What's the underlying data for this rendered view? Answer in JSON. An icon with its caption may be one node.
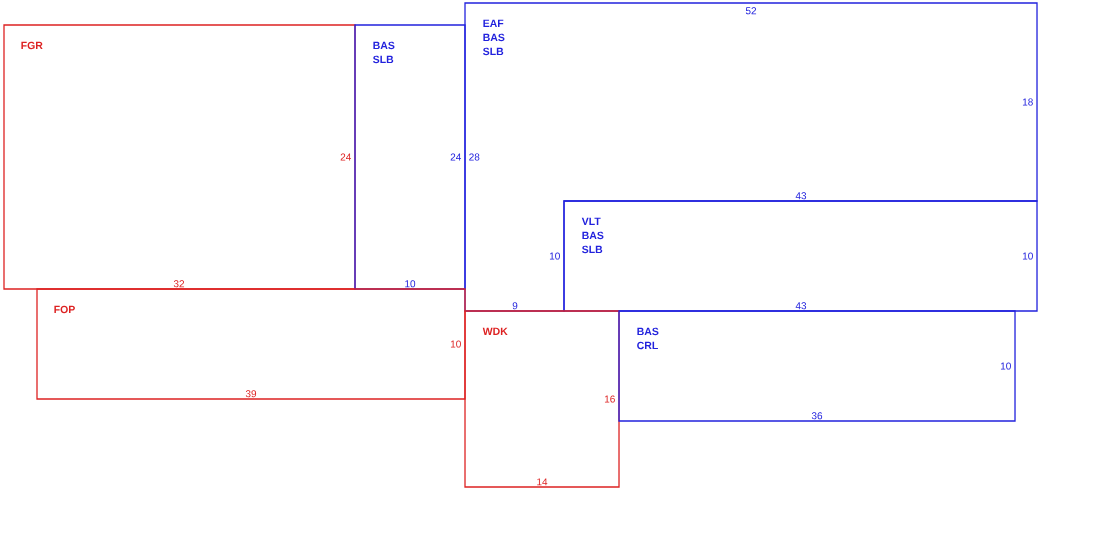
{
  "diagram": {
    "nodes": [
      {
        "text": [
          "FGR",
          "24",
          "32"
        ]
      },
      {
        "text": [
          "BAS",
          "SLB",
          "24",
          "10"
        ]
      },
      {
        "text": [
          "EAF",
          "BAS",
          "SLB",
          "52",
          "18",
          "28",
          "43",
          "10",
          "9"
        ]
      },
      {
        "text": [
          "VLT",
          "BAS",
          "SLB",
          "10",
          "43"
        ]
      },
      {
        "text": [
          "FOP",
          "10",
          "39"
        ]
      },
      {
        "text": [
          "WDK",
          "16",
          "14"
        ]
      },
      {
        "text": [
          "BAS",
          "CRL",
          "10",
          "36"
        ]
      }
    ]
  }
}
